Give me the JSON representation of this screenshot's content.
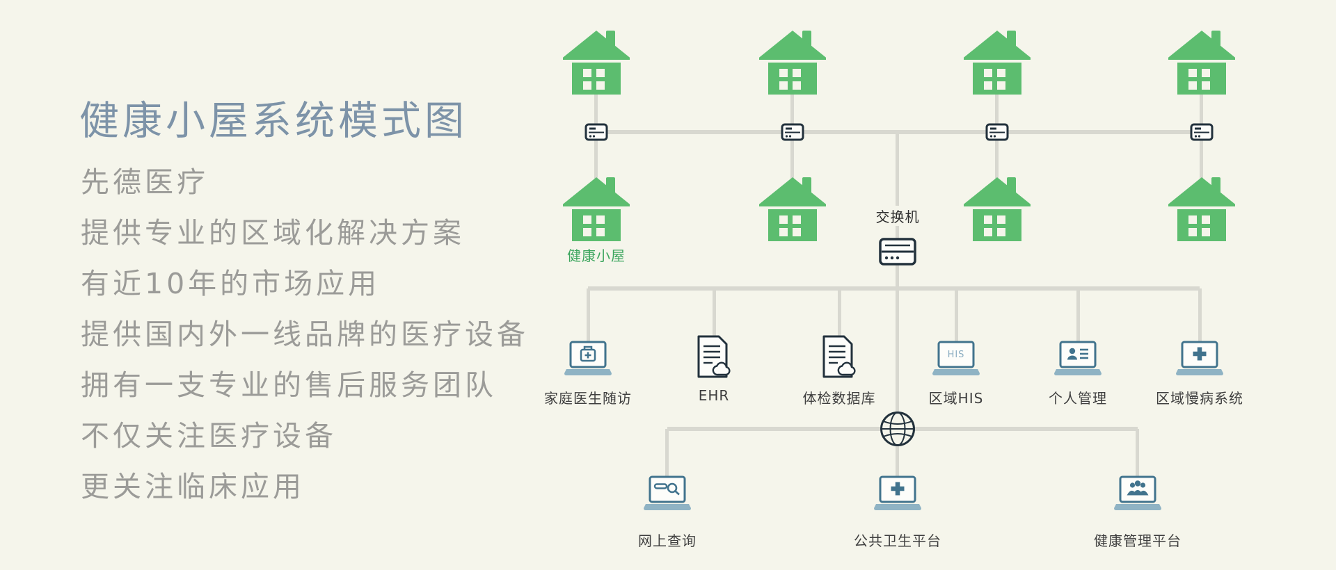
{
  "page": {
    "background": "#f5f5eb"
  },
  "left_panel": {
    "title": "健康小屋系统模式图",
    "lines": [
      "先德医疗",
      "提供专业的区域化解决方案",
      "有近10年的市场应用",
      "提供国内外一线品牌的医疗设备",
      "拥有一支专业的售后服务团队",
      "不仅关注医疗设备",
      "更关注临床应用"
    ]
  },
  "diagram": {
    "house_row_label": "健康小屋",
    "switch_label": "交换机",
    "middle_nodes": [
      {
        "label": "家庭医生随访",
        "icon": "laptop-medical-icon"
      },
      {
        "label": "EHR",
        "icon": "document-cloud-icon"
      },
      {
        "label": "体检数据库",
        "icon": "document-cloud-icon"
      },
      {
        "label": "区域HIS",
        "icon": "laptop-his-icon",
        "screen_text": "HIS"
      },
      {
        "label": "个人管理",
        "icon": "laptop-person-icon"
      },
      {
        "label": "区域慢病系统",
        "icon": "laptop-plus-icon"
      }
    ],
    "bottom_nodes": [
      {
        "label": "网上查询",
        "icon": "laptop-search-icon"
      },
      {
        "label": "公共卫生平台",
        "icon": "laptop-plus-icon"
      },
      {
        "label": "健康管理平台",
        "icon": "laptop-group-icon"
      }
    ],
    "colors": {
      "house_green": "#5cbd6f",
      "house_label_green": "#3ba55d",
      "line_gray": "#d8d8d0",
      "device_blue": "#41738d",
      "device_blue_light": "#8fb3c4",
      "outline_dark": "#22313c",
      "title_blue_gray": "#7d93a8",
      "body_text_gray": "#9b9b98"
    }
  }
}
